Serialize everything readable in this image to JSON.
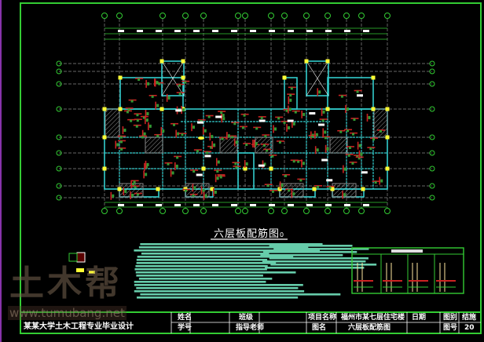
{
  "drawing": {
    "title": "六层板配筋图",
    "title_suffix": "0",
    "colors": {
      "background": "#000000",
      "frame": "#33cc33",
      "walls": "#33cccc",
      "rebar": "#cc2222",
      "column": "#ffff33",
      "grid": "#888888",
      "notes": "#66ccaa"
    }
  },
  "title_block": {
    "school": "某某大学土木工程专业毕业设计",
    "name_label": "姓名",
    "class_label": "班级",
    "student_id_label": "学号",
    "advisor_label": "指导老师",
    "project_label": "项目名称",
    "project_value": "福州市某七层住宅楼",
    "date_label": "日期",
    "drawing_name_label": "图名",
    "drawing_name_value": "六层板配筋图",
    "category_label": "图别",
    "category_value": "结施",
    "number_label": "图号",
    "number_value": "20"
  },
  "watermark": {
    "logo": "土木帮",
    "url": "www.tumubang.net"
  }
}
